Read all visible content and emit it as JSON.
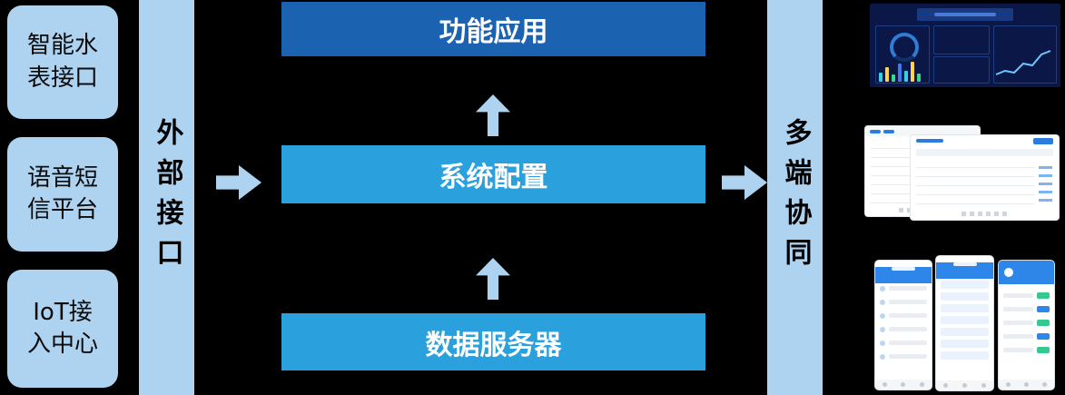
{
  "palette": {
    "light_blue": "#aed3f0",
    "dark_blue": "#1b63b0",
    "mid_blue": "#2aa0dc",
    "background": "#000000"
  },
  "sources": [
    {
      "label": "智能水\n表接口"
    },
    {
      "label": "语音短\n信平台"
    },
    {
      "label": "IoT接\n入中心"
    }
  ],
  "left_rail": {
    "label": "外部接口"
  },
  "layers": [
    {
      "label": "功能应用"
    },
    {
      "label": "系统配置"
    },
    {
      "label": "数据服务器"
    }
  ],
  "right_rail": {
    "label": "多端协同"
  },
  "previews": {
    "dashboard": "dashboard-screenshot",
    "admin": "admin-table-screenshot",
    "mobile": "mobile-app-screenshots"
  }
}
